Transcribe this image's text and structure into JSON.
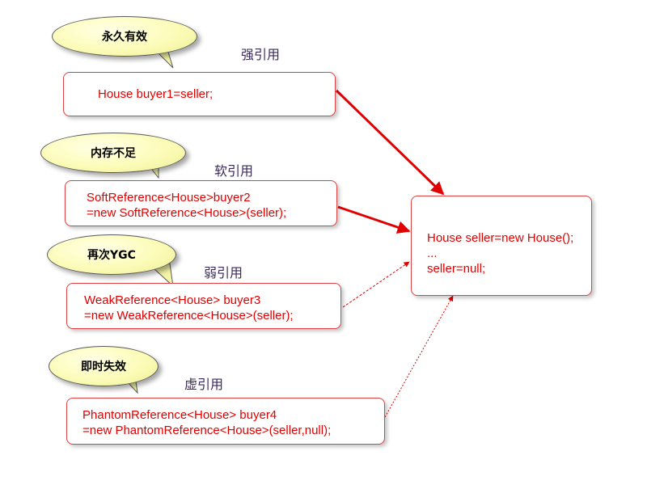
{
  "colors": {
    "box_border": "#e04040",
    "code_text": "#e00000",
    "label_text": "#3a2a5a",
    "bubble_fill": "#fcfcb8",
    "arrow": "#e00000"
  },
  "references": [
    {
      "bubble": "永久有效",
      "label": "强引用",
      "code": [
        "House buyer1=seller;"
      ]
    },
    {
      "bubble": "内存不足",
      "label": "软引用",
      "code": [
        "SoftReference<House>buyer2",
        "=new SoftReference<House>(seller);"
      ]
    },
    {
      "bubble": "再次YGC",
      "label": "弱引用",
      "code": [
        "WeakReference<House> buyer3",
        "=new WeakReference<House>(seller);"
      ]
    },
    {
      "bubble": "即时失效",
      "label": "虚引用",
      "code": [
        "PhantomReference<House> buyer4",
        "=new PhantomReference<House>(seller,null);"
      ]
    }
  ],
  "target": {
    "code": [
      "House seller=new House();",
      "...",
      "seller=null;"
    ]
  }
}
